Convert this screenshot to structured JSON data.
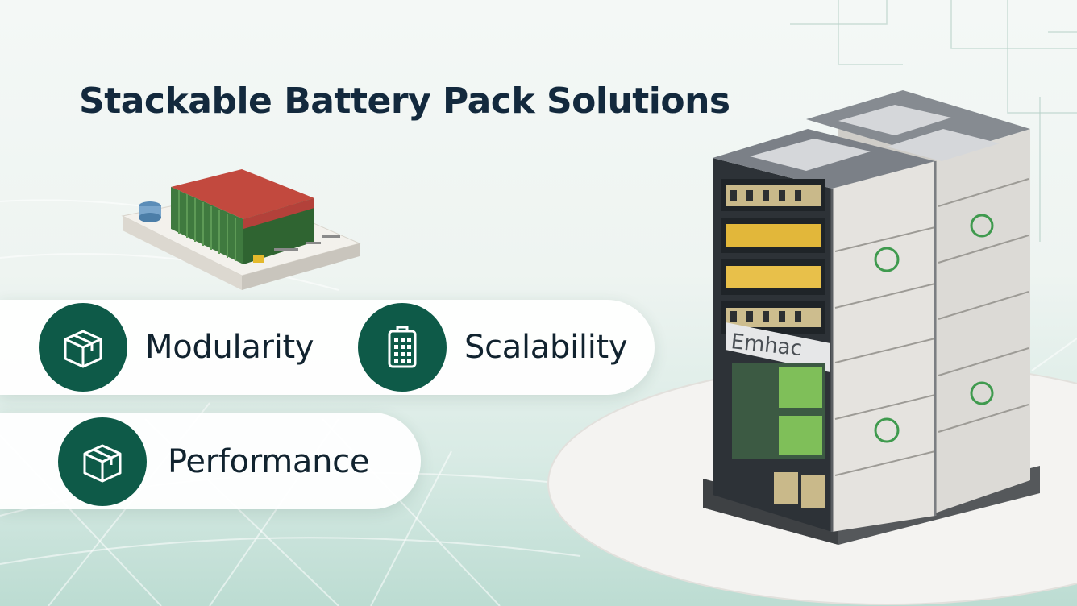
{
  "headline": "Stackable Battery Pack Solutions",
  "features": [
    {
      "label": "Modularity",
      "icon": "box-icon"
    },
    {
      "label": "Scalability",
      "icon": "battery-grid-icon"
    },
    {
      "label": "Performance",
      "icon": "box-icon"
    }
  ],
  "product": {
    "cabinet_label": "Emhac"
  },
  "colors": {
    "accent": "#0e5a48",
    "text": "#13293d",
    "module_green": "#3f7a3f",
    "module_red": "#c2493e"
  }
}
